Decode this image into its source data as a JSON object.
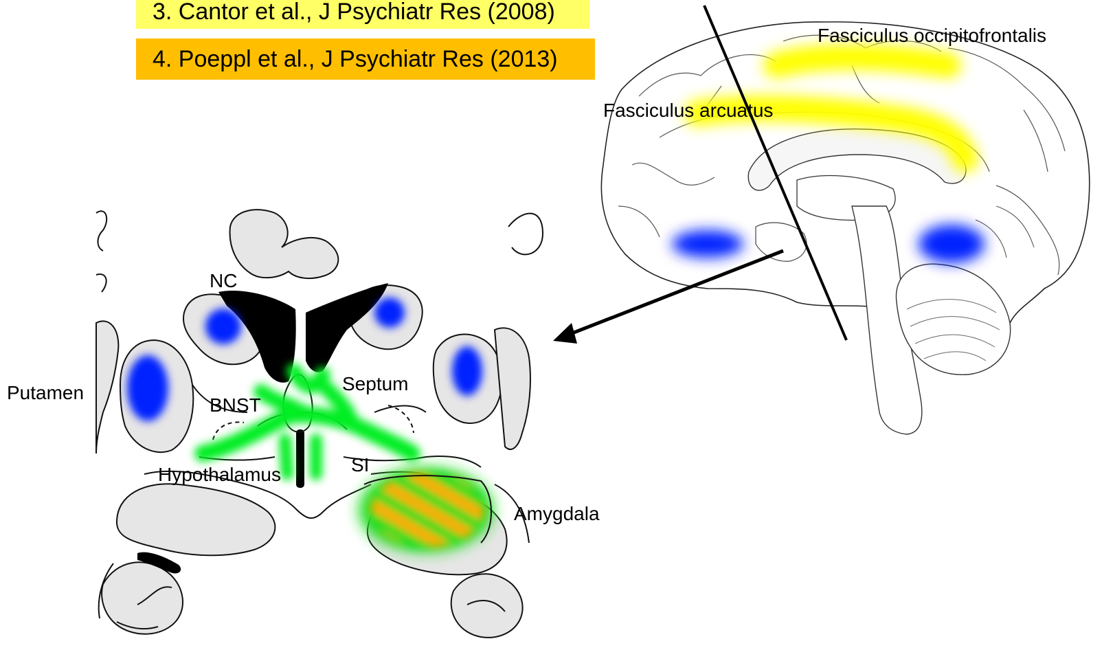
{
  "references": [
    {
      "text": "3. Cantor et al., J Psychiatr Res (2008)",
      "color": "#ffff66"
    },
    {
      "text": "4. Poeppl et al., J Psychiatr Res (2013)",
      "color": "#ffbf00"
    }
  ],
  "sagittal_labels": {
    "occipitofrontalis": "Fasciculus occipitofrontalis",
    "arcuatus": "Fasciculus arcuatus"
  },
  "coronal_labels": {
    "nc": "NC",
    "putamen": "Putamen",
    "bnst": "BNST",
    "septum": "Septum",
    "si": "SI",
    "hypothalamus": "Hypothalamus",
    "amygdala": "Amygdala"
  },
  "colors": {
    "yellow_highlight": "#ffff00",
    "blue_highlight": "#0022ff",
    "green_highlight": "#00ee22",
    "orange_highlight": "#ffaa00",
    "tissue_gray": "#e6e6e6",
    "ventricle_black": "#000000"
  }
}
